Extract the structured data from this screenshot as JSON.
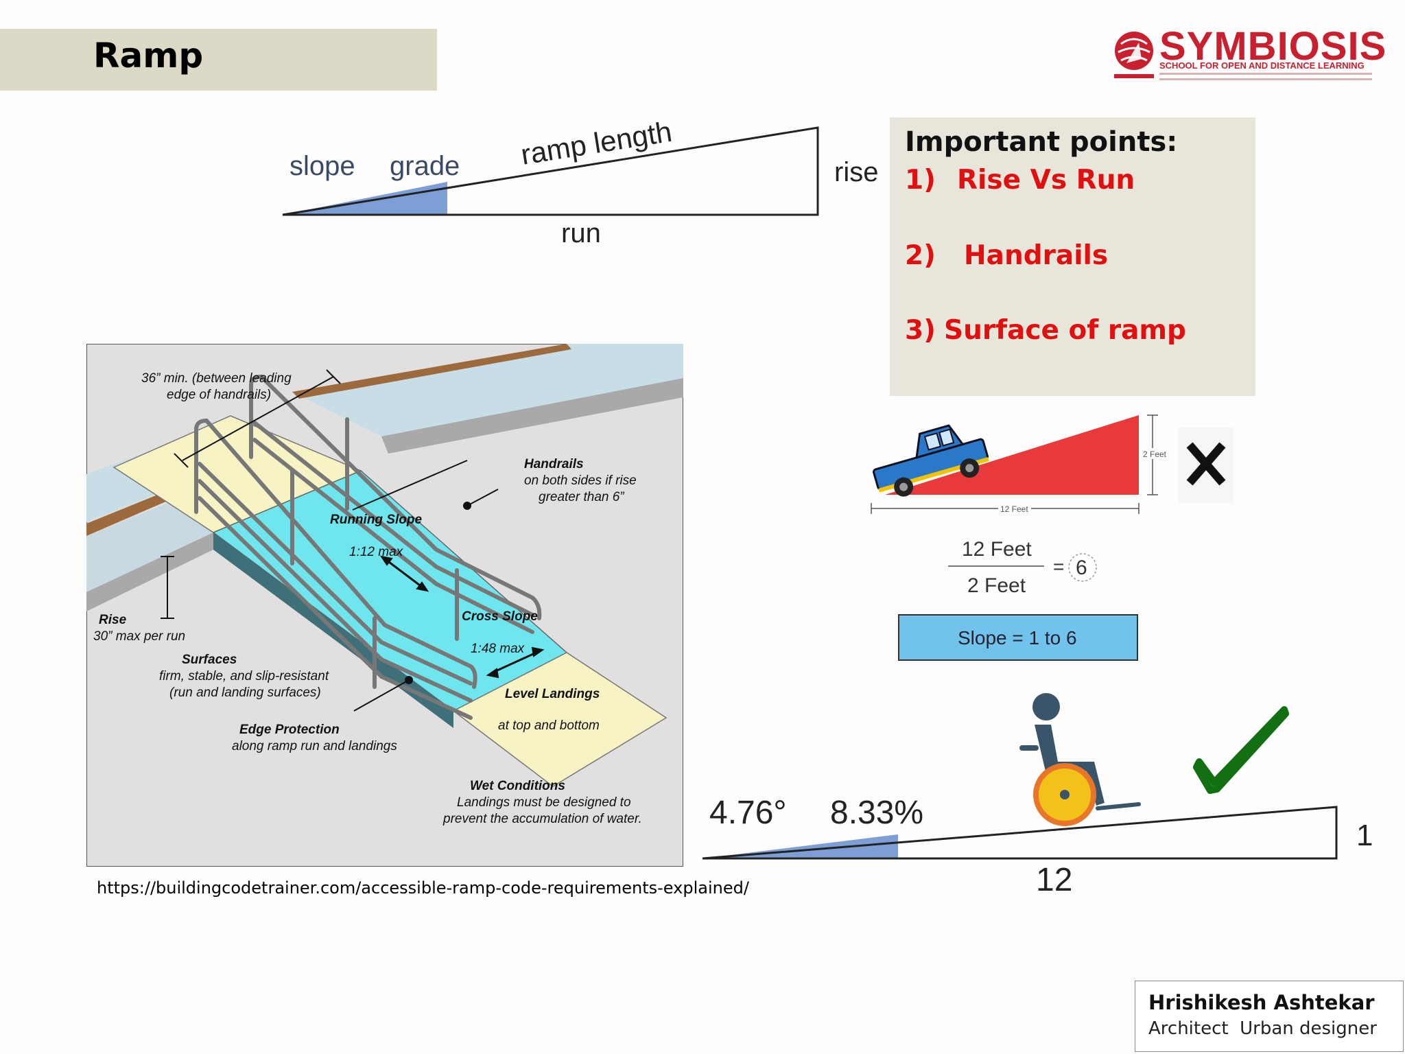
{
  "slide": {
    "title": "Ramp",
    "logo": {
      "name": "SYMBIOSIS",
      "subtitle": "SCHOOL FOR OPEN AND DISTANCE LEARNING",
      "icon": "symbiosis-emblem-icon"
    },
    "source_url": "https://buildingcodetrainer.com/accessible-ramp-code-requirements-explained/",
    "author": {
      "name": "Hrishikesh Ashtekar",
      "role": "Architect  Urban designer"
    },
    "colors": {
      "title_bar": "#dcd9c7",
      "points_box": "#e8e6da",
      "accent_red": "#e01010",
      "ramp_cyan": "#6fe6ee",
      "landing_yellow": "#f7f3c4"
    }
  },
  "important_points": {
    "heading": "Important points:",
    "items": [
      {
        "num": "1)",
        "text": "Rise Vs Run"
      },
      {
        "num": "2)",
        "text": "Handrails"
      },
      {
        "num": "3)",
        "text": "Surface of ramp"
      }
    ]
  },
  "triangle_diagram": {
    "slope": "slope",
    "grade": "grade",
    "ramp_length": "ramp length",
    "rise": "rise",
    "run": "run"
  },
  "ramp_illustration": {
    "handrail_spacing": [
      "36” min. (between leading",
      "edge of handrails)"
    ],
    "handrails_title": "Handrails",
    "handrails_desc": [
      "on both sides if rise",
      "greater than 6”"
    ],
    "running_slope": "Running Slope",
    "running_slope_value": "1:12 max",
    "cross_slope": "Cross Slope",
    "cross_slope_value": "1:48 max",
    "rise_title": "Rise",
    "rise_desc": "30” max per run",
    "surfaces_title": "Surfaces",
    "surfaces_desc": [
      "firm, stable, and slip-resistant",
      "(run and landing surfaces)"
    ],
    "edge_title": "Edge Protection",
    "edge_desc": "along ramp run and landings",
    "landings_title": "Level Landings",
    "landings_desc": "at top and bottom",
    "wet_title": "Wet Conditions",
    "wet_desc": [
      "Landings must be designed to",
      "prevent the accumulation of water."
    ]
  },
  "truck_example": {
    "height_label": "2 Feet",
    "length_label": "12 Feet",
    "numerator": "12 Feet",
    "denominator": "2 Feet",
    "equals": "=",
    "result": "6",
    "slope_result": "Slope = 1 to 6",
    "verdict_icon": "cross-icon"
  },
  "wheelchair_example": {
    "angle": "4.76°",
    "percent": "8.33%",
    "rise": "1",
    "run": "12",
    "verdict_icon": "checkmark-icon"
  }
}
